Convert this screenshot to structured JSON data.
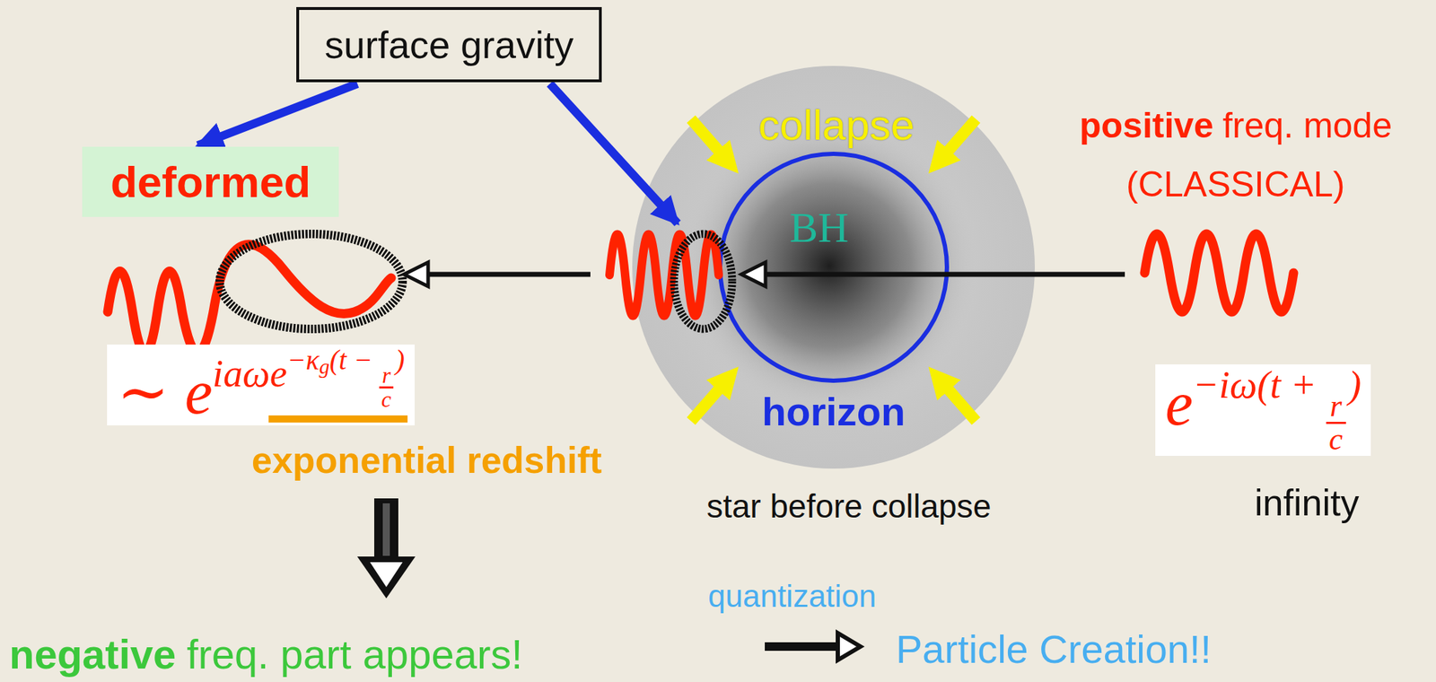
{
  "diagram": {
    "nodes": [
      {
        "text": [
          "surface gravity"
        ]
      },
      {
        "text": [
          "deformed"
        ]
      },
      {
        "text": [
          "∼ e",
          "iaωe",
          "−κ",
          "g",
          "(t −",
          "r",
          "c",
          ")"
        ]
      },
      {
        "text": [
          "e",
          "−iω(t +",
          "r",
          "c",
          ")"
        ]
      }
    ],
    "edges": [
      {
        "from": 0,
        "to": 1,
        "arrow": "to"
      }
    ],
    "labels": [
      "collapse",
      "BH",
      "horizon",
      "star before collapse",
      "positive",
      "freq. mode",
      "(CLASSICAL)",
      "infinity",
      "exponential redshift",
      "negative",
      "freq. part appears!",
      "quantization",
      "Particle Creation!!"
    ]
  }
}
